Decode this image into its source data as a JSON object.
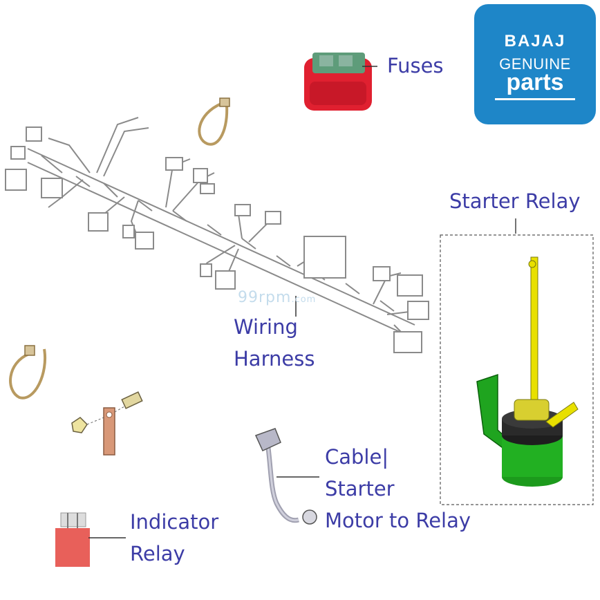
{
  "logo": {
    "brand": "BAJAJ",
    "line1": "GENUINE",
    "line2": "parts",
    "color": "#1e86c8"
  },
  "watermark": {
    "main": "99rpm",
    "suffix": ".com"
  },
  "labels": {
    "fuses": "Fuses",
    "starter_relay": "Starter Relay",
    "wiring_harness": [
      "Wiring",
      "Harness"
    ],
    "cable": [
      "Cable|",
      "Starter",
      "Motor to Relay"
    ],
    "indicator_relay": [
      "Indicator",
      "Relay"
    ]
  },
  "colors": {
    "label_text": "#3c3ca6",
    "fuse_red": "#e02030",
    "relay_green": "#1fa41f",
    "relay_yellow": "#e8e000",
    "indicator_red": "#e8605a",
    "harness_line": "#8a8a8a"
  }
}
